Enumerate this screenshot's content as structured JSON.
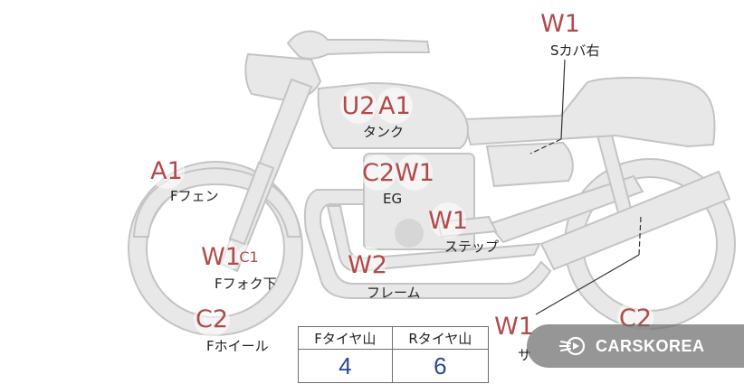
{
  "damage_badges": [
    {
      "name": "s-cover-right",
      "codes": [
        "W1"
      ],
      "label": "Sカバ右"
    },
    {
      "name": "tank",
      "codes": [
        "U2",
        "A1"
      ],
      "label": "タンク"
    },
    {
      "name": "f-fender",
      "codes": [
        "A1"
      ],
      "label": "Fフェン"
    },
    {
      "name": "engine",
      "codes": [
        "C2",
        "W1"
      ],
      "label": "EG"
    },
    {
      "name": "step",
      "codes": [
        "W1"
      ],
      "label": "ステップ"
    },
    {
      "name": "f-fork-lower",
      "codes": [
        "W1",
        "C1"
      ],
      "label": "Fフォク下"
    },
    {
      "name": "frame",
      "codes": [
        "W2"
      ],
      "label": "フレーム"
    },
    {
      "name": "f-wheel",
      "codes": [
        "C2"
      ],
      "label": "Fホイール"
    },
    {
      "name": "muffler",
      "codes": [
        "W1"
      ],
      "label": "サ"
    },
    {
      "name": "r-wheel",
      "codes": [
        "C2"
      ],
      "label": ""
    }
  ],
  "tire_table": {
    "headers": [
      "Fタイヤ山",
      "Rタイヤ山"
    ],
    "values": [
      "4",
      "6"
    ]
  },
  "watermark": {
    "text": "CARSKOREA",
    "icon": "carskorea-logo-icon"
  },
  "colors": {
    "badge": "#b24a4a",
    "part_fill": "#e8e8e8",
    "part_stroke": "#c4c4c4",
    "table_value": "#2a4a8f"
  }
}
